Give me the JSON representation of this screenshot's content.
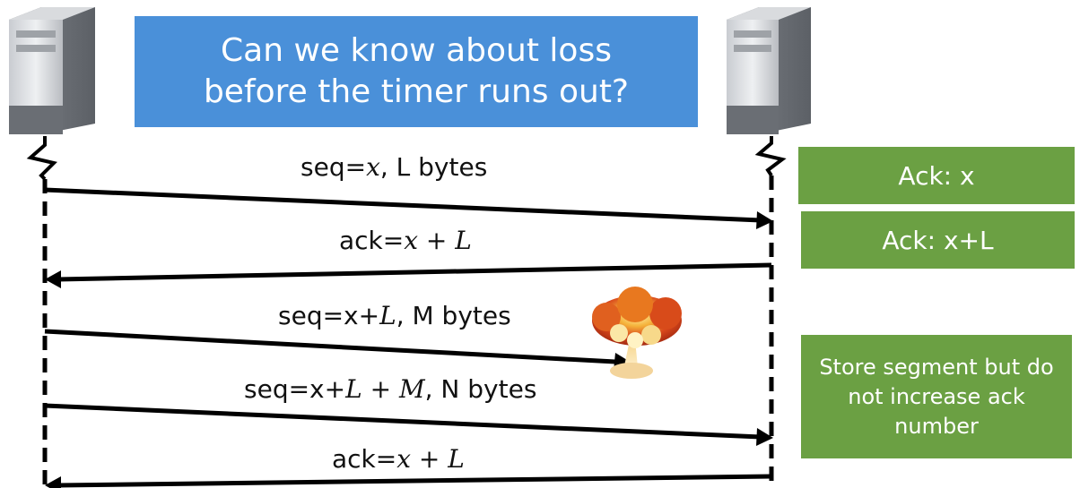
{
  "title": {
    "line1": "Can we know about loss",
    "line2": "before the timer runs out?"
  },
  "messages": [
    {
      "prefix": "seq=",
      "math": "x",
      "suffix": ", L bytes"
    },
    {
      "prefix": "ack=",
      "math": "x",
      "op": " + ",
      "math2": "L",
      "suffix": ""
    },
    {
      "prefix": "seq=x+",
      "math": "L",
      "suffix": ", M bytes"
    },
    {
      "prefix": "seq=x+",
      "math": "L",
      "op": " + ",
      "math2": "M",
      "suffix": ", N bytes"
    },
    {
      "prefix": "ack=",
      "math": "x",
      "op": " + ",
      "math2": "L",
      "suffix": ""
    }
  ],
  "notes": {
    "ack_x": "Ack: x",
    "ack_xl": "Ack: x+L",
    "store": "Store segment but do not increase ack number"
  },
  "icons": {
    "left_host": "server-icon",
    "right_host": "server-icon",
    "loss": "explosion-icon"
  },
  "colors": {
    "title_bg": "#4a90d9",
    "note_bg": "#6ba043",
    "arrow": "#000000"
  }
}
